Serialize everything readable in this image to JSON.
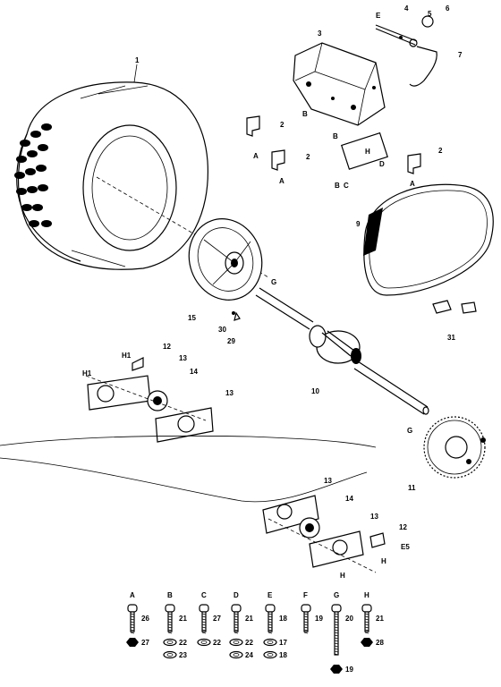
{
  "callouts": {
    "c1": "1",
    "c2a": "2",
    "c2b": "2",
    "c2c": "2",
    "c3": "3",
    "c4": "4",
    "c5": "5",
    "c6": "6",
    "c7": "7",
    "c9": "9",
    "c10": "10",
    "c11": "11",
    "c12a": "12",
    "c12b": "12",
    "c13a": "13",
    "c13b": "13",
    "c13c": "13",
    "c13d": "13",
    "c14a": "14",
    "c14b": "14",
    "c15": "15",
    "c29": "29",
    "c30": "30",
    "c31": "31"
  },
  "letters": {
    "E_top": "E",
    "B_tx1": "B",
    "B_tx2": "B",
    "C_tx": "C",
    "H_tx": "H",
    "D_tx": "D",
    "B_tx3": "B",
    "A_br1": "A",
    "A_br2": "A",
    "A_br3": "A",
    "G_axle": "G",
    "G_axle2": "G",
    "H1_a": "H1",
    "H1_b": "H1",
    "H_low": "H",
    "H_low2": "H",
    "E5": "E5"
  },
  "hardware": [
    {
      "letter": "A",
      "part": "26",
      "parts_below": [
        "27"
      ]
    },
    {
      "letter": "B",
      "part": "21",
      "parts_below": [
        "22",
        "23"
      ]
    },
    {
      "letter": "C",
      "part": "27",
      "parts_below": [
        "22"
      ]
    },
    {
      "letter": "D",
      "part": "21",
      "parts_below": [
        "22",
        "24"
      ]
    },
    {
      "letter": "E",
      "part": "18",
      "parts_below": [
        "17",
        "18"
      ]
    },
    {
      "letter": "F",
      "part": "19",
      "parts_below": []
    },
    {
      "letter": "G",
      "part": "20",
      "parts_below": [
        "19"
      ]
    },
    {
      "letter": "H",
      "part": "21",
      "parts_below": [
        "28"
      ]
    }
  ]
}
